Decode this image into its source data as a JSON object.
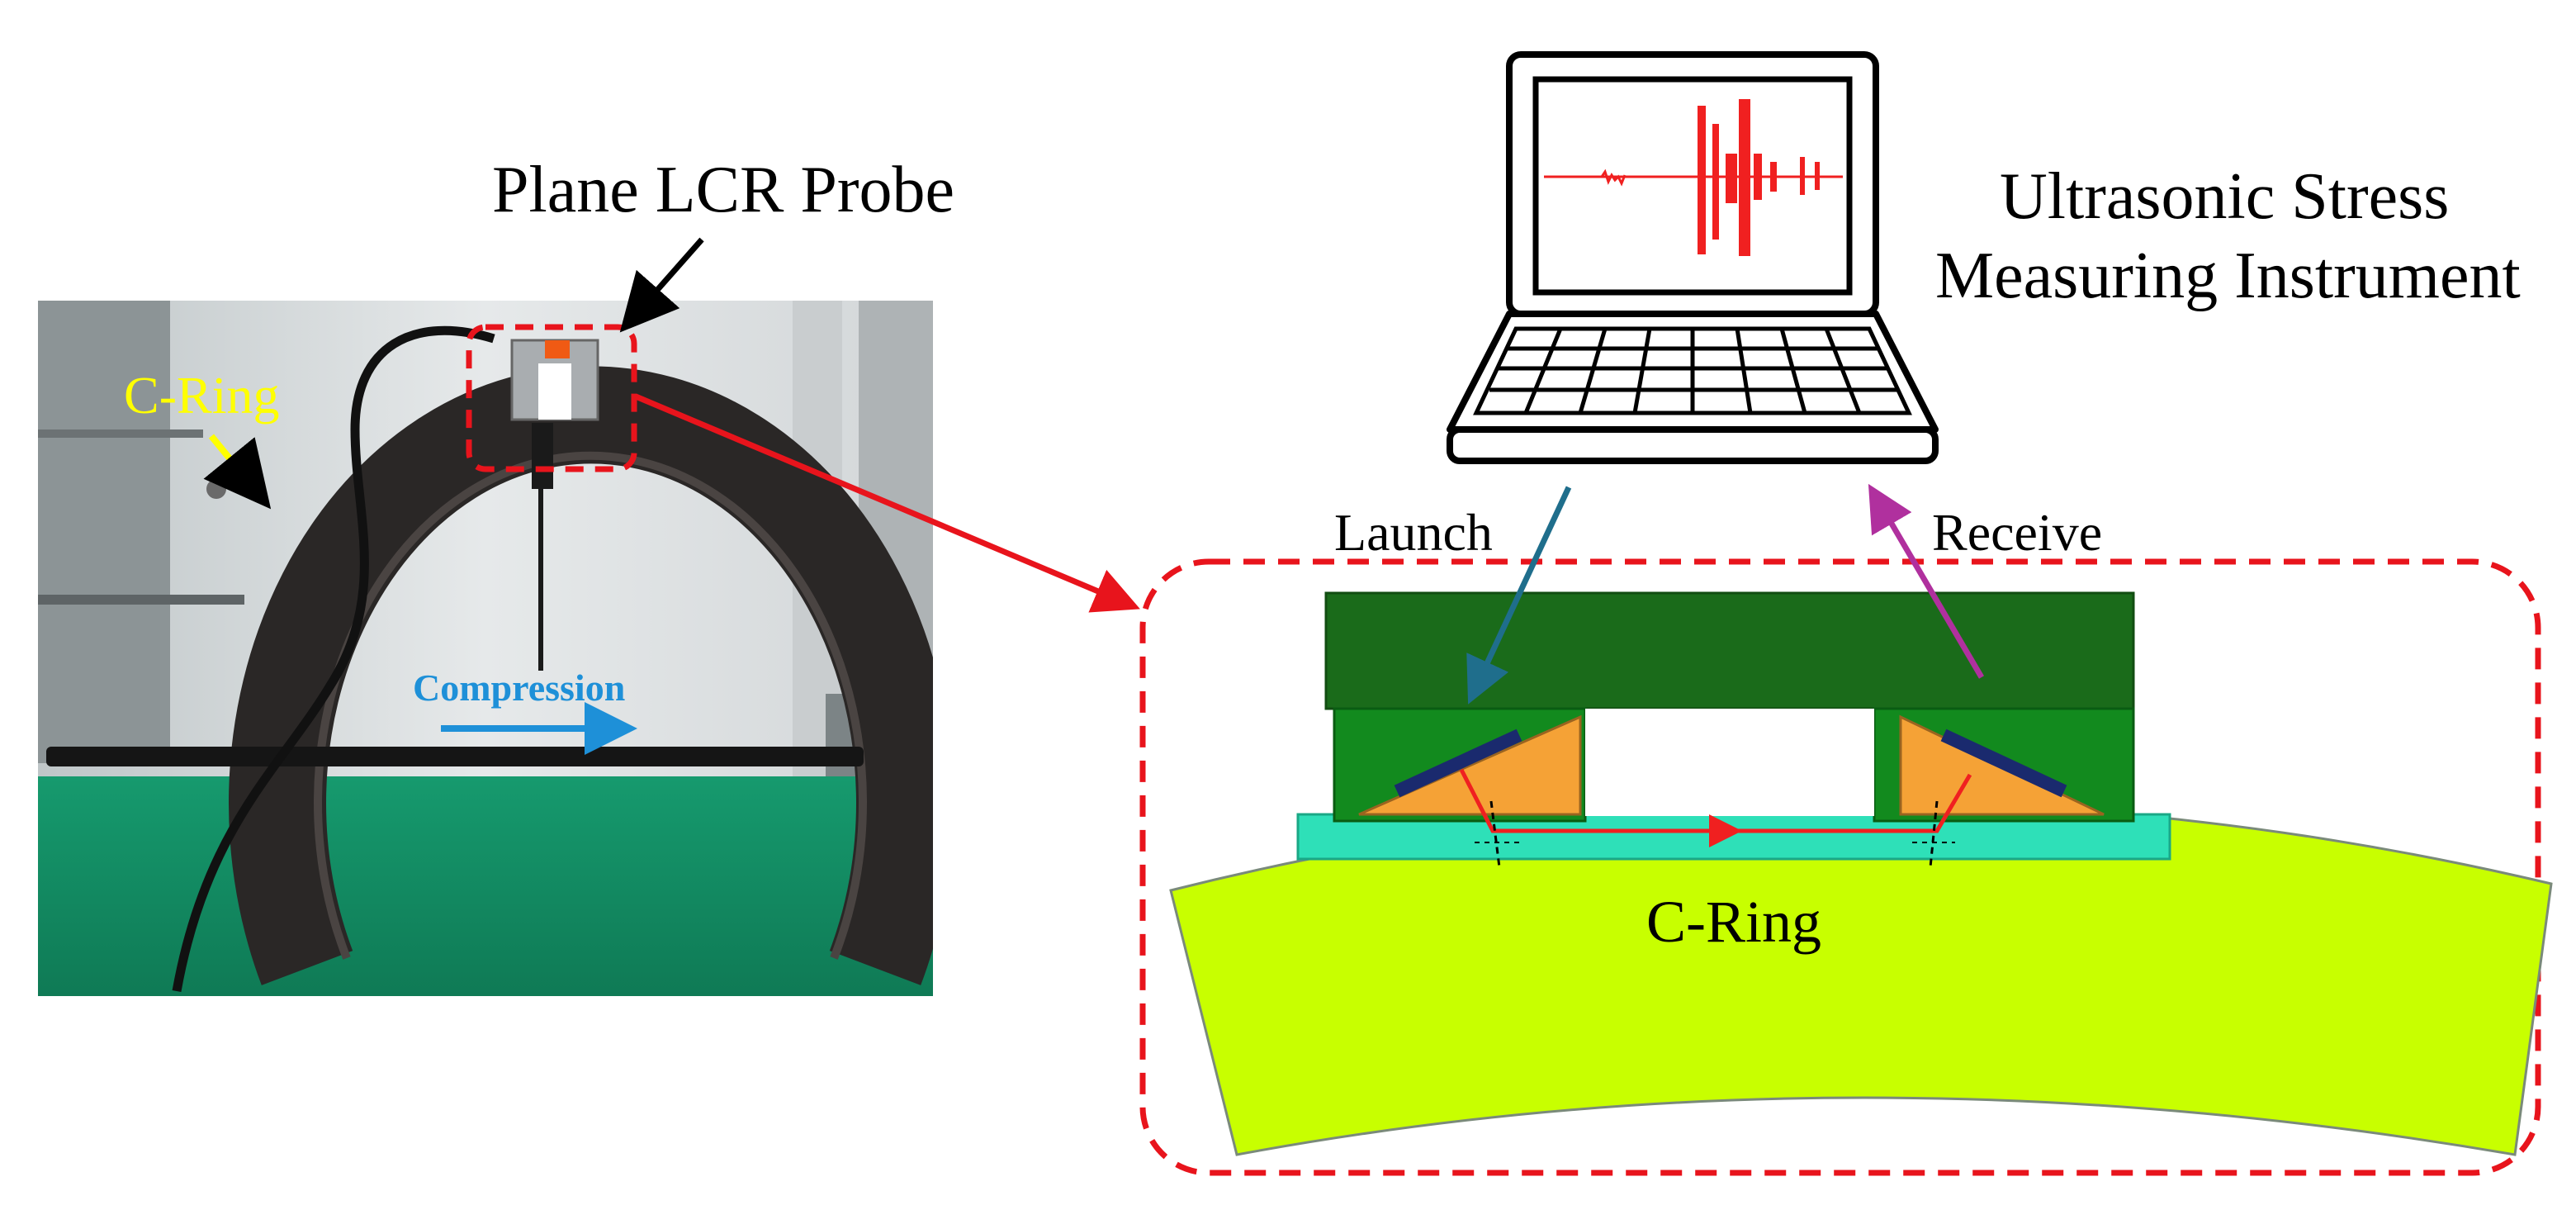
{
  "labels": {
    "probe": "Plane LCR Probe",
    "instrument_line1": "Ultrasonic Stress",
    "instrument_line2": "Measuring Instrument",
    "photo_cring": "C-Ring",
    "compression": "Compression",
    "launch": "Launch",
    "receive": "Receive",
    "diagram_cring": "C-Ring"
  },
  "colors": {
    "highlight_red": "#e8141c",
    "yellow_label": "#ffff00",
    "compression_blue": "#1e90d8",
    "launch_arrow": "#1f6e8c",
    "receive_arrow": "#b0309e",
    "housing_dark_green": "#1a6b1a",
    "housing_green": "#128a1e",
    "wedge_orange": "#f5a236",
    "transducer_navy": "#1a2a6e",
    "base_cyan": "#2ee0b8",
    "cring_lime": "#c8ff00",
    "wave_red": "#f02020"
  },
  "icons": [
    "laptop-icon",
    "c-ring-photo",
    "lcr-probe-housing"
  ]
}
